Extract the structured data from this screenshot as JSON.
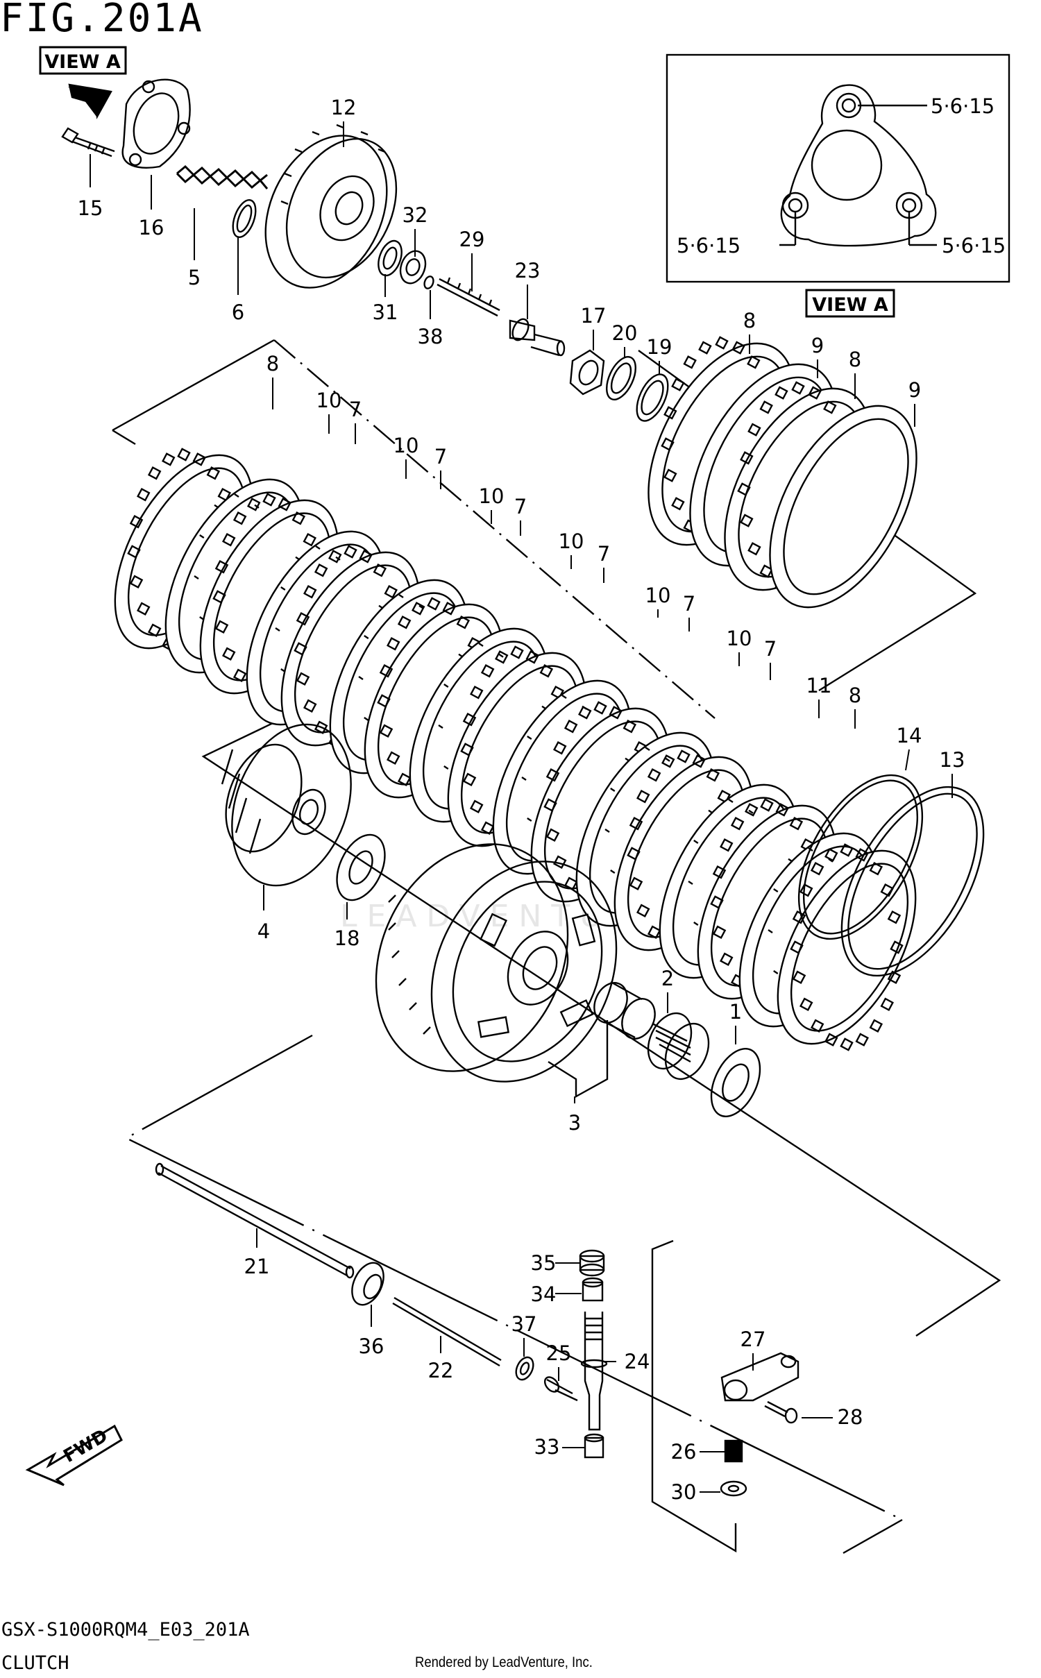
{
  "figure_title": "FIG.201A",
  "view_a_tag": "VIEW A",
  "view_a_caption": "VIEW A",
  "torque_spec": "5·6·15",
  "fwd_label": "FWD",
  "model_code": "GSX-S1000RQM4_E03_201A",
  "section_name": "CLUTCH",
  "watermark": "LEADVENTURE",
  "rendered_by": "Rendered by LeadVenture, Inc.",
  "callouts": [
    "1",
    "2",
    "3",
    "4",
    "5",
    "6",
    "7",
    "8",
    "9",
    "10",
    "11",
    "12",
    "13",
    "14",
    "15",
    "16",
    "17",
    "18",
    "19",
    "20",
    "21",
    "22",
    "23",
    "24",
    "25",
    "26",
    "27",
    "28",
    "29",
    "30",
    "31",
    "32",
    "33",
    "34",
    "35",
    "36",
    "37",
    "38"
  ],
  "icons": {
    "arrow": "view-direction-arrow-icon",
    "fwd": "fwd-arrow-icon"
  }
}
